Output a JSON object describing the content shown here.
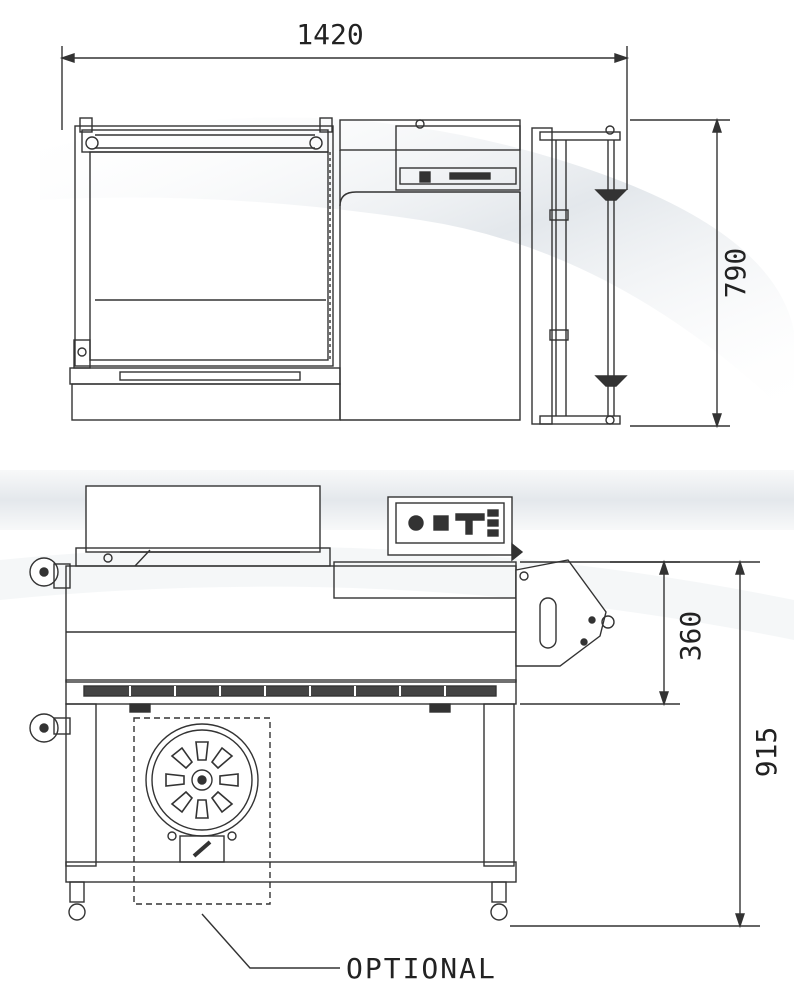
{
  "dimensions": {
    "width": "1420",
    "depth": "790",
    "table_height": "360",
    "total_height": "915"
  },
  "callout": {
    "label": "OPTIONAL"
  }
}
